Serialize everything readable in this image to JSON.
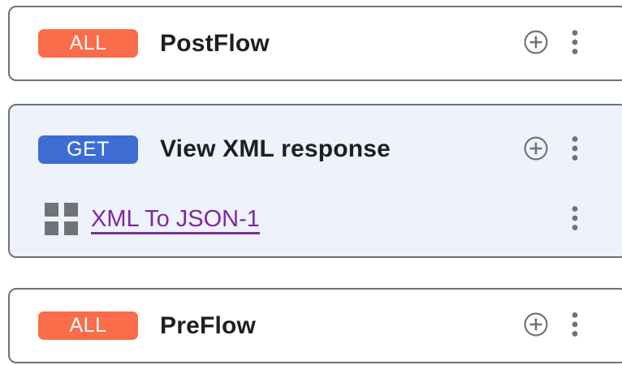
{
  "colors": {
    "card_border": "#6e7176",
    "card_bg": "#ffffff",
    "selected_card_bg": "#eef2fb",
    "badge_all": "#fa6c4a",
    "badge_get": "#3d6dd2",
    "link": "#7c2aa0",
    "icon": "#6f7378",
    "title_text": "#1d1f22",
    "badge_text": "#ffffff"
  },
  "icons": {
    "add": "plus-circle-icon",
    "menu": "kebab-menu-icon",
    "policy": "grid-icon"
  },
  "flows": [
    {
      "method": "ALL",
      "name": "PostFlow"
    },
    {
      "method": "GET",
      "name": "View XML response",
      "selected": true,
      "policies": [
        {
          "name": "XML To JSON-1"
        }
      ]
    },
    {
      "method": "ALL",
      "name": "PreFlow"
    }
  ]
}
